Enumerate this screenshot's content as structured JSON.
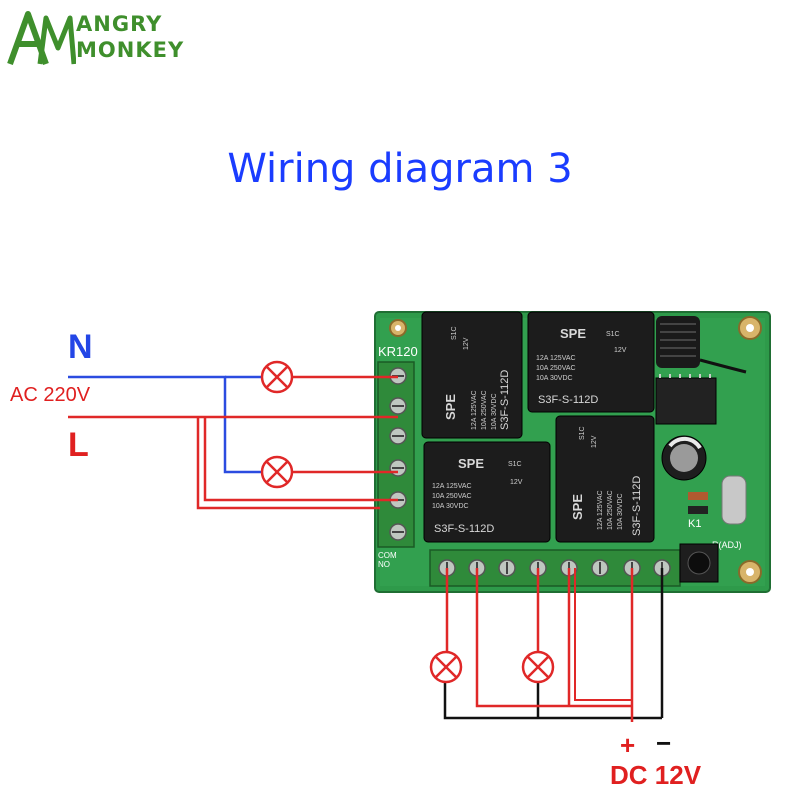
{
  "logo": {
    "line1": "ANGRY",
    "line2": "MONKEY",
    "mark": "AM",
    "color": "#3f8f2c"
  },
  "title": "Wiring diagram 3",
  "labels": {
    "neutral": "N",
    "ac_voltage": "AC 220V",
    "live": "L",
    "plus": "+",
    "minus": "−",
    "dc_voltage": "DC 12V"
  },
  "board": {
    "model_label": "KR120",
    "com_label": "COM",
    "no_label": "NO",
    "relay_brand": "SPE",
    "relay_code": "S1C",
    "relay_coil": "12V",
    "relay_model": "S3F-S-112D",
    "relay_ratings": [
      "12A 125VAC",
      "10A 250VAC",
      "10A 30VDC"
    ],
    "switch_label": "K1",
    "adj_label": "R(ADJ)"
  },
  "colors": {
    "neutral_wire": "#2b4ce0",
    "live_wire": "#e02828",
    "negative_wire": "#111111",
    "pcb": "#2e9a4a",
    "relay": "#1c1c1c",
    "terminal": "#2f8a3a"
  },
  "icons": [
    "lamp-icon",
    "relay-icon",
    "antenna-icon",
    "capacitor-icon",
    "push-button-icon"
  ]
}
